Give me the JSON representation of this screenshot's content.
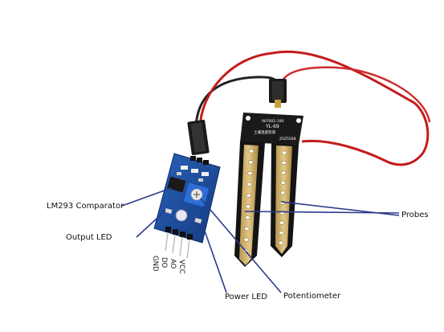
{
  "labels": {
    "comparator": "LM293 Comparator",
    "output_led": "Output LED",
    "power_led": "Power LED",
    "potentiometer": "Potentiometer",
    "probes": "Probes"
  },
  "pins": [
    "GND",
    "DO",
    "AO",
    "VCC"
  ],
  "probe_board_text": {
    "model": "YL-69",
    "code": "ZSZ5568",
    "top": "907001-100",
    "chinese": "土壤湿度检测"
  },
  "colors": {
    "callout_line": "#2b3a8c",
    "module_pcb": "#1c4fa0",
    "probe_pcb": "#1a1a1a",
    "probe_gold": "#c9a760",
    "wire_red": "#c41c1c",
    "wire_black": "#222222",
    "potentiometer": "#2f6ed8"
  }
}
